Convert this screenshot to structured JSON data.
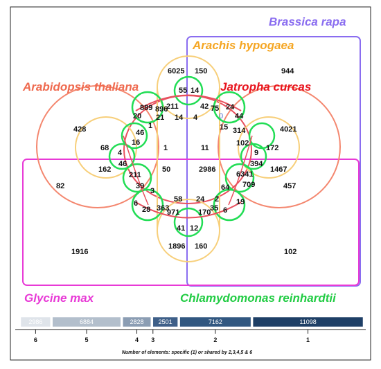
{
  "species": {
    "brassica_rapa": "Brassica rapa",
    "arachis_hypogaea": "Arachis hypogaea",
    "arabidopsis_thaliana": "Arabidopsis thaliana",
    "jatropha_curcas": "Jatropha curcas",
    "glycine_max": "Glycine max",
    "chlamydomonas_reinhardtii": "Chlamydomonas reinhardtii"
  },
  "colors": {
    "brassica": "#8a6df0",
    "arachis": "#f5a623",
    "arabidopsis": "#ef6a4f",
    "jatropha": "#e8141e",
    "glycine": "#e83ad6",
    "chlamydomonas": "#22cc44",
    "arachis_outline": "#f7cf7a",
    "arabidopsis_outline": "#f4876f",
    "chlamy_outline": "#22dd55"
  },
  "counts": [
    "6025",
    "150",
    "944",
    "55",
    "14",
    "889",
    "896",
    "211",
    "42",
    "75",
    "0",
    "24",
    "20",
    "21",
    "14",
    "4",
    "44",
    "428",
    "1",
    "15",
    "314",
    "4021",
    "46",
    "102",
    "16",
    "9",
    "172",
    "68",
    "1",
    "11",
    "4",
    "394",
    "1467",
    "46",
    "162",
    "6341",
    "50",
    "2986",
    "82",
    "211",
    "709",
    "457",
    "64",
    "39",
    "3",
    "58",
    "24",
    "2",
    "19",
    "6",
    "28",
    "363",
    "971",
    "170",
    "35",
    "6",
    "41",
    "12",
    "1896",
    "160",
    "1916",
    "102"
  ],
  "summary": {
    "bars": [
      {
        "label": "2986",
        "value": 2986
      },
      {
        "label": "6884",
        "value": 6884
      },
      {
        "label": "2828",
        "value": 2828
      },
      {
        "label": "2501",
        "value": 2501
      },
      {
        "label": "7162",
        "value": 7162
      },
      {
        "label": "11098",
        "value": 11098
      }
    ],
    "ticks": [
      "6",
      "5",
      "4",
      "3",
      "2",
      "1"
    ],
    "caption": "Number of elements: specific (1) or shared by 2,3,4,5 & 6"
  }
}
